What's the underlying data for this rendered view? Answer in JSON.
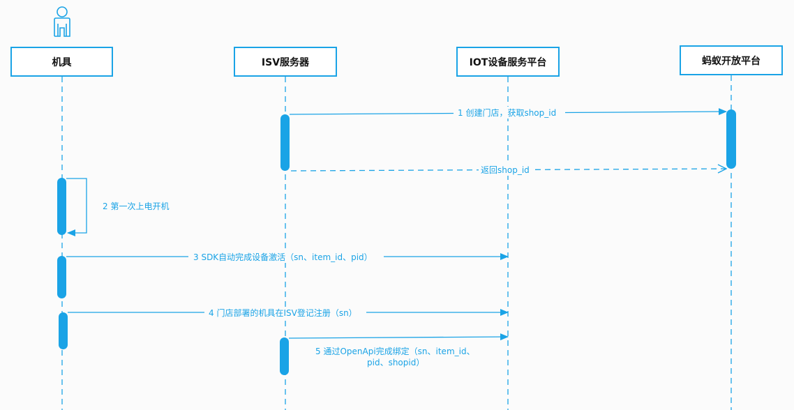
{
  "colors": {
    "accent": "#1aa3e6",
    "box_fill": "#ffffff",
    "text": "#111111",
    "background": "#fbfbfb"
  },
  "actor_icon": "person-icon",
  "participants": [
    {
      "id": "machine",
      "label": "机具"
    },
    {
      "id": "isv",
      "label": "ISV服务器"
    },
    {
      "id": "iot",
      "label": "IOT设备服务平台"
    },
    {
      "id": "ant",
      "label": "蚂蚁开放平台"
    }
  ],
  "messages": [
    {
      "id": "m1",
      "text": "1  创建门店，获取shop_id"
    },
    {
      "id": "m1r",
      "text": "返回shop_id"
    },
    {
      "id": "m2",
      "text": "2  第一次上电开机"
    },
    {
      "id": "m3",
      "text": "3  SDK自动完成设备激活（sn、item_id、pid）"
    },
    {
      "id": "m4",
      "text": "4  门店部署的机具在ISV登记注册（sn）"
    },
    {
      "id": "m5a",
      "text": "5  通过OpenApi完成绑定（sn、item_id、"
    },
    {
      "id": "m5b",
      "text": "pid、shopid）"
    }
  ]
}
